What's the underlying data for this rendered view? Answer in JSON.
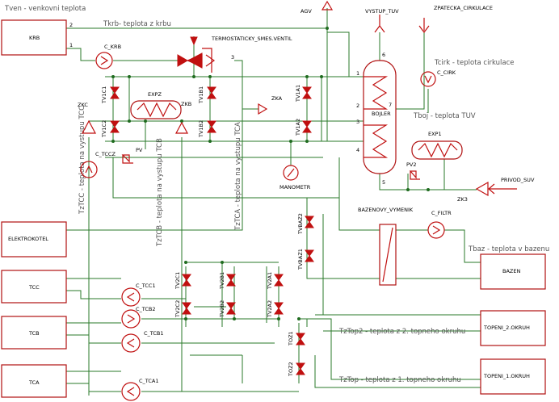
{
  "labels": {
    "tven": "Tven - venkovni teplota",
    "tkrb": "Tkrb- teplota z krbu",
    "tcirk": "Tcirk - teplota cirkulace",
    "tboj": "Tboj - teplota TUV",
    "tbaz": "Tbaz - teplota v bazenu",
    "tztop2": "TzTop2 - teplota z 2. topneho okruhu",
    "tztop": "TzTop - teplota z 1. topneho okruhu",
    "tztcc": "TzTCC - teplota na vystupu TCC",
    "tztcb": "TzTCB - teplota na vystupu TCB",
    "tztca": "TzTCA - teplota na vystupu TCA"
  },
  "boxes": {
    "krb": "KRB",
    "elektrokotel": "ELEKTROKOTEL",
    "tcc": "TCC",
    "tcb": "TCB",
    "tca": "TCA",
    "bazen": "BAZEN",
    "topeni2": "TOPENI_2.OKRUH",
    "topeni1": "TOPENI_1.OKRUH"
  },
  "components": {
    "c_krb": "C_KRB",
    "termo": "TERMOSTATICKY_SMES.VENTIL",
    "agv": "AGV",
    "vystup": "VYSTUP_TUV",
    "zpatecka": "ZPATECKA_CIRKULACE",
    "c_cirk": "C_CIRK",
    "bojler": "BOJLER",
    "zka": "ZKA",
    "expz": "EXPZ",
    "zkc": "ZKC",
    "zkb": "ZKB",
    "tv1c1": "TV1C1",
    "tv1c2": "TV1C2",
    "tv1b1": "TV1B1",
    "tv1b2": "TV1B2",
    "tv1a1": "TV1A1",
    "tv1a2": "TV1A2",
    "c_tccz": "C_TCCZ",
    "pv": "PV",
    "manometr": "MANOMETR",
    "exp1": "EXP1",
    "pv2": "PV2",
    "prívod": "PRIVOD_SUV",
    "zk3": "ZK3",
    "bazenovy": "BAZENOVY_VYMENIK",
    "c_filtr": "C_FILTR",
    "tvbaz1": "TVBAZ1",
    "tvbaz2": "TVBAZ2",
    "tv2c1": "TV2C1",
    "tv2c2": "TV2C2",
    "tv2b1": "TV2B1",
    "tv2b2": "TV2B2",
    "tv2a1": "TV2A1",
    "tv2a2": "TV2A2",
    "c_tcc1": "C_TCC1",
    "c_tcb2": "C_TCB2",
    "c_tcb1": "C_TCB1",
    "c_tca1": "C_TCA1",
    "tz21": "TOZ1",
    "tz22": "TOZ2"
  },
  "colors": {
    "wire": "#2a7a2a",
    "component": "#c01010",
    "label": "#555555"
  }
}
